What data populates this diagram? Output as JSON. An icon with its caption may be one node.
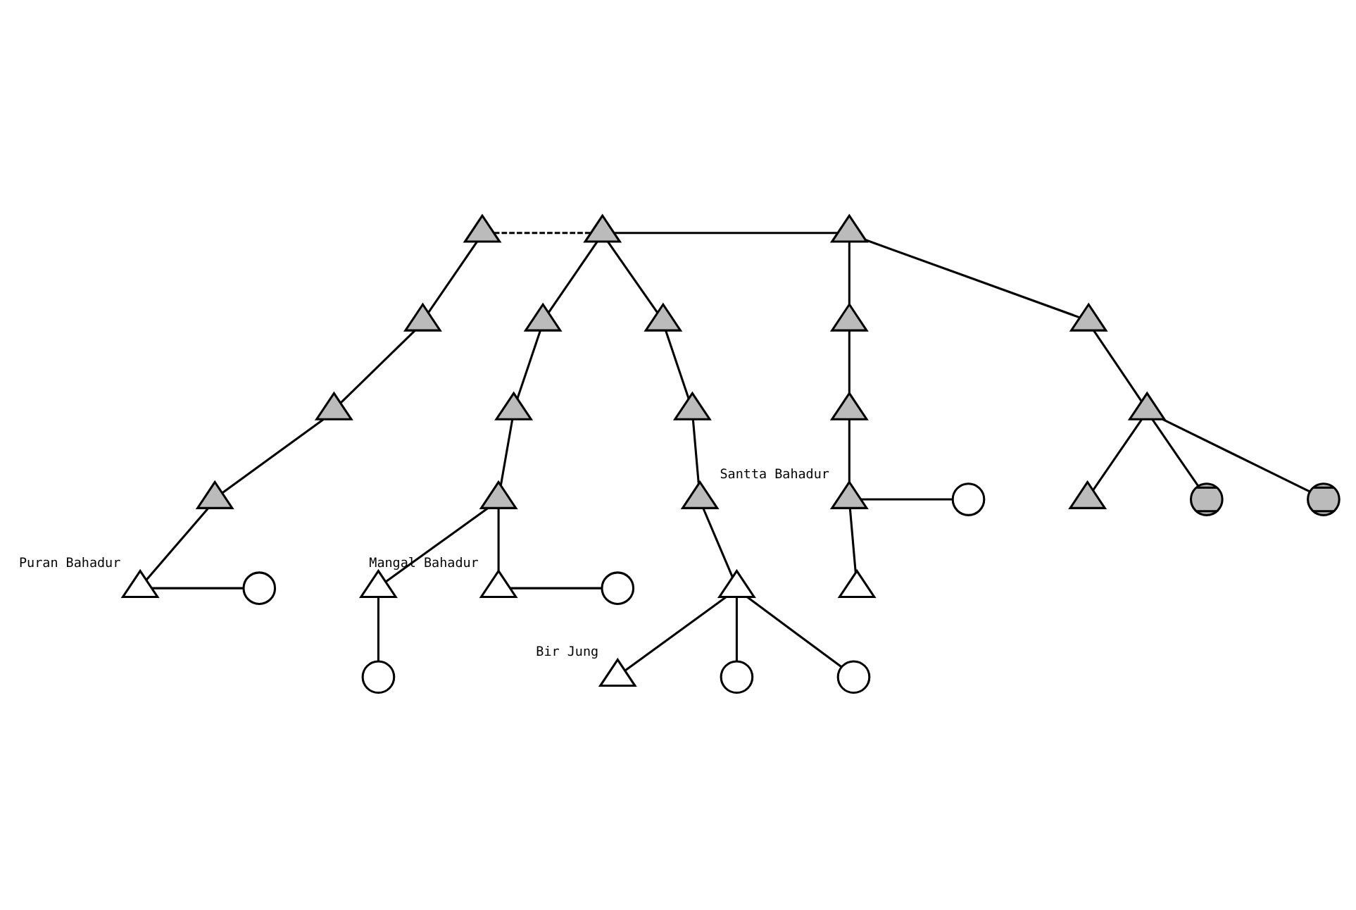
{
  "diagram": {
    "nodes": [
      {
        "text": [],
        "shape": "crossed-triangle"
      },
      {
        "text": [],
        "shape": "crossed-triangle"
      },
      {
        "text": [],
        "shape": "crossed-triangle"
      },
      {
        "text": [],
        "shape": "crossed-triangle"
      },
      {
        "text": [],
        "shape": "crossed-triangle"
      },
      {
        "text": [],
        "shape": "crossed-triangle"
      },
      {
        "text": [],
        "shape": "crossed-triangle"
      },
      {
        "text": [],
        "shape": "crossed-triangle"
      },
      {
        "text": [],
        "shape": "crossed-triangle"
      },
      {
        "text": [],
        "shape": "crossed-triangle"
      },
      {
        "text": [],
        "shape": "crossed-triangle"
      },
      {
        "text": [],
        "shape": "crossed-triangle"
      },
      {
        "text": [],
        "shape": "crossed-triangle"
      },
      {
        "text": [],
        "shape": "crossed-triangle"
      },
      {
        "text": [],
        "shape": "crossed-triangle"
      },
      {
        "text": [],
        "shape": "crossed-triangle"
      },
      {
        "text": [],
        "shape": "crossed-triangle",
        "beside": [
          "Santta Bahadur"
        ]
      },
      {
        "text": [],
        "shape": "circle"
      },
      {
        "text": [],
        "shape": "crossed-triangle"
      },
      {
        "text": [],
        "shape": "crossed-circle"
      },
      {
        "text": [],
        "shape": "crossed-circle"
      },
      {
        "text": [],
        "shape": "triangle",
        "beside": [
          "Puran Bahadur"
        ]
      },
      {
        "text": [],
        "shape": "circle"
      },
      {
        "text": [],
        "shape": "triangle"
      },
      {
        "text": [],
        "shape": "triangle",
        "beside": [
          "Mangal Bahadur"
        ]
      },
      {
        "text": [],
        "shape": "circle"
      },
      {
        "text": [],
        "shape": "triangle"
      },
      {
        "text": [],
        "shape": "triangle"
      },
      {
        "text": [],
        "shape": "circle"
      },
      {
        "text": [],
        "shape": "triangle",
        "beside": [
          "Bir Jung"
        ]
      },
      {
        "text": [],
        "shape": "circle"
      },
      {
        "text": [],
        "shape": "circle"
      }
    ],
    "edges": [
      {
        "from": 0,
        "to": 1,
        "arrow": "none",
        "style": "dashed"
      },
      {
        "from": 1,
        "to": 2,
        "arrow": "none"
      },
      {
        "from": 0,
        "to": 3,
        "arrow": "none"
      },
      {
        "from": 1,
        "to": 4,
        "arrow": "none"
      },
      {
        "from": 1,
        "to": 5,
        "arrow": "none"
      },
      {
        "from": 2,
        "to": 6,
        "arrow": "none"
      },
      {
        "from": 2,
        "to": 7,
        "arrow": "none"
      },
      {
        "from": 3,
        "to": 8,
        "arrow": "none"
      },
      {
        "from": 4,
        "to": 9,
        "arrow": "none"
      },
      {
        "from": 5,
        "to": 10,
        "arrow": "none"
      },
      {
        "from": 6,
        "to": 11,
        "arrow": "none"
      },
      {
        "from": 7,
        "to": 12,
        "arrow": "none"
      },
      {
        "from": 8,
        "to": 13,
        "arrow": "none"
      },
      {
        "from": 9,
        "to": 14,
        "arrow": "none"
      },
      {
        "from": 10,
        "to": 15,
        "arrow": "none"
      },
      {
        "from": 11,
        "to": 16,
        "arrow": "none"
      },
      {
        "from": 16,
        "to": 17,
        "arrow": "none"
      },
      {
        "from": 12,
        "to": 18,
        "arrow": "none"
      },
      {
        "from": 12,
        "to": 19,
        "arrow": "none"
      },
      {
        "from": 12,
        "to": 20,
        "arrow": "none"
      },
      {
        "from": 13,
        "to": 21,
        "arrow": "none"
      },
      {
        "from": 21,
        "to": 22,
        "arrow": "none"
      },
      {
        "from": 14,
        "to": 23,
        "arrow": "none"
      },
      {
        "from": 14,
        "to": 24,
        "arrow": "none"
      },
      {
        "from": 24,
        "to": 25,
        "arrow": "none"
      },
      {
        "from": 15,
        "to": 26,
        "arrow": "none"
      },
      {
        "from": 16,
        "to": 27,
        "arrow": "none"
      },
      {
        "from": 23,
        "to": 28,
        "arrow": "none"
      },
      {
        "from": 26,
        "to": 29,
        "arrow": "none"
      },
      {
        "from": 26,
        "to": 30,
        "arrow": "none"
      },
      {
        "from": 26,
        "to": 31,
        "arrow": "none"
      }
    ]
  }
}
